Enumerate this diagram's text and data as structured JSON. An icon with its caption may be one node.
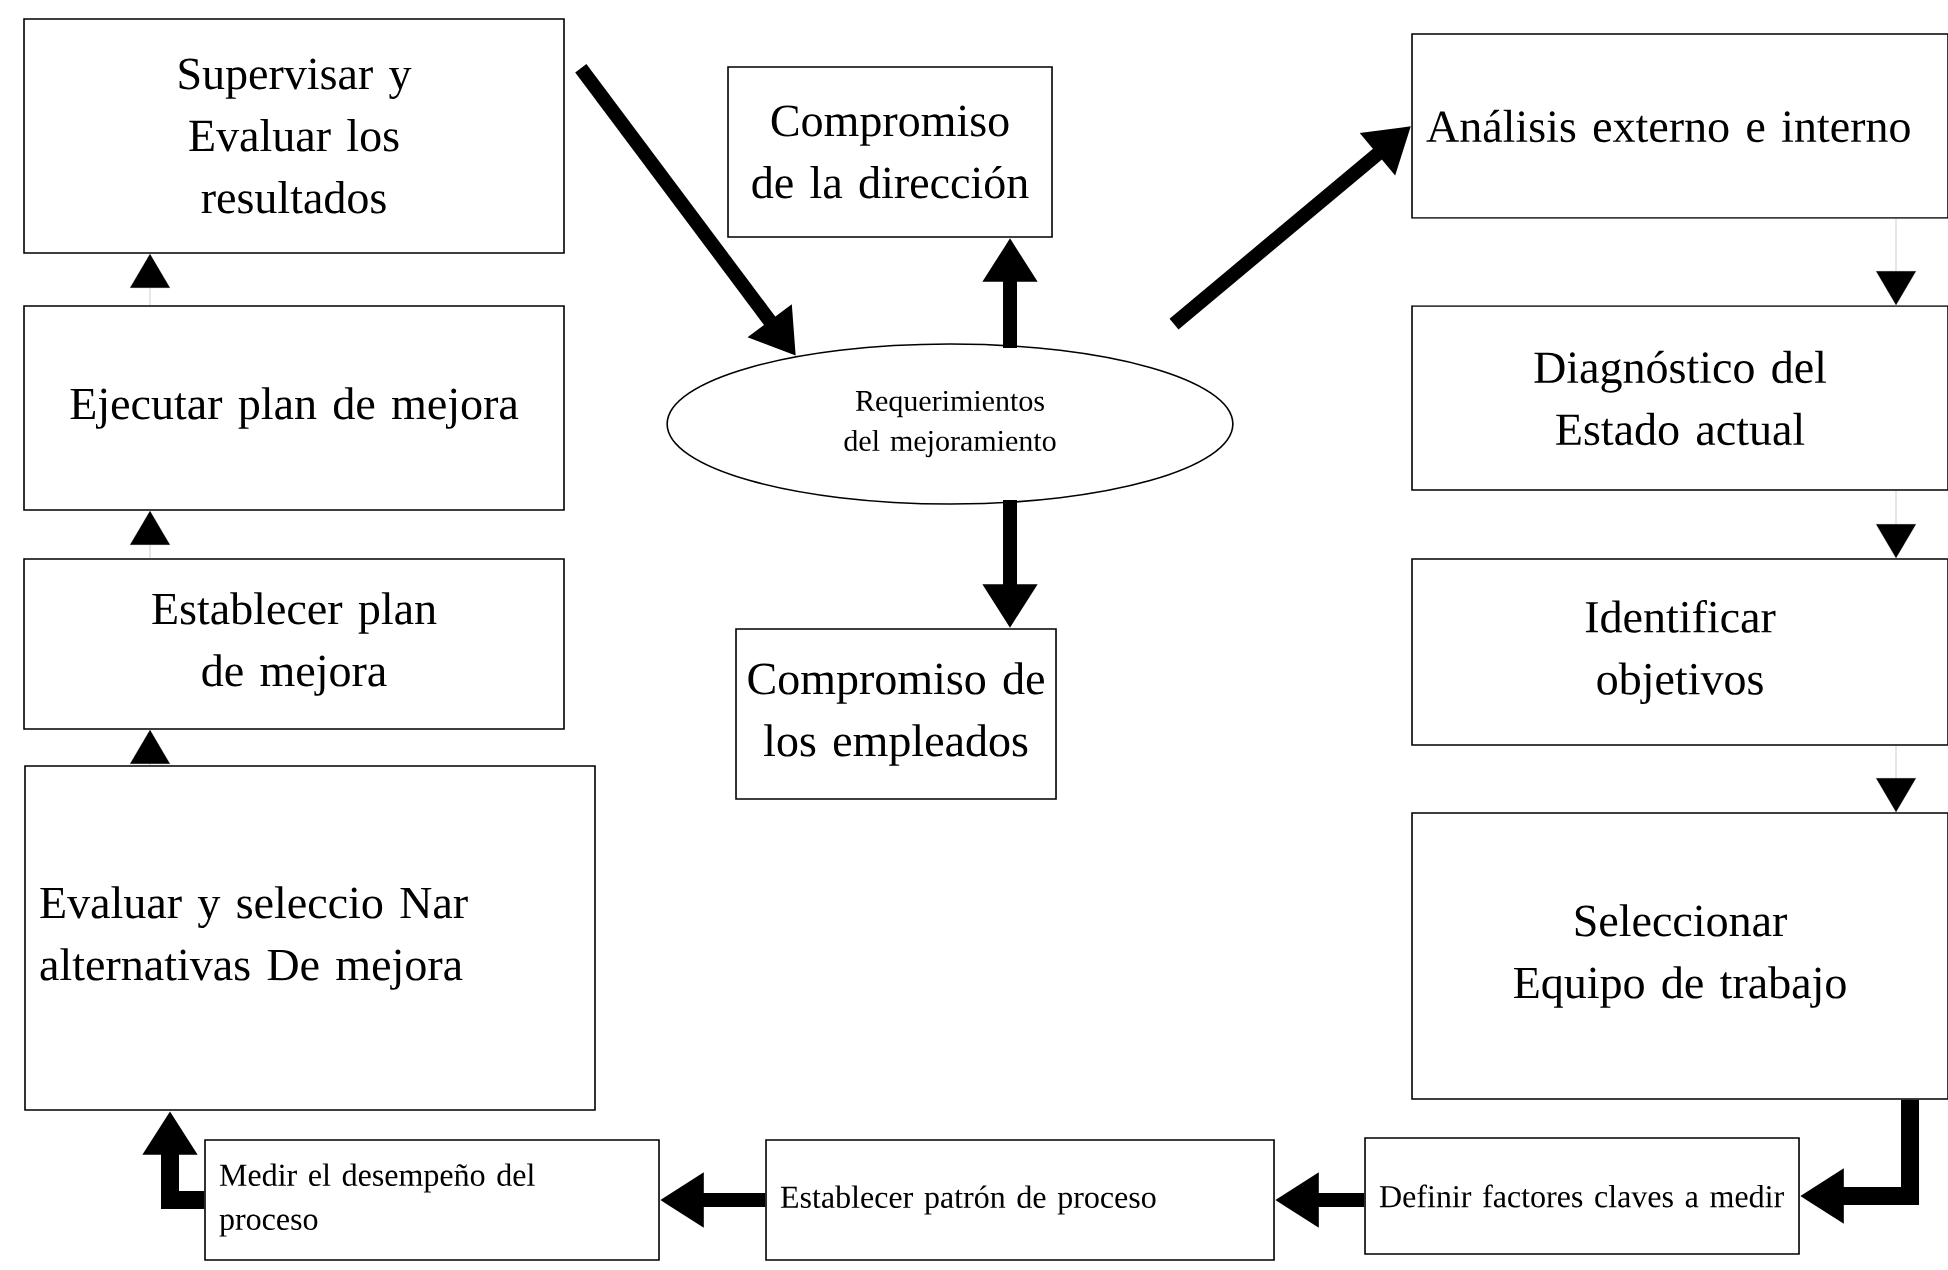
{
  "diagram": {
    "nodes": [
      {
        "text": [
          "Supervisar y Evaluar los resultados"
        ]
      },
      {
        "text": [
          "Compromiso de la dirección"
        ]
      },
      {
        "text": [
          "Análisis externo e interno"
        ]
      },
      {
        "text": [
          "Requerimientos del mejoramiento"
        ]
      },
      {
        "text": [
          "Ejecutar plan de mejora"
        ]
      },
      {
        "text": [
          "Diagnóstico del Estado actual"
        ]
      },
      {
        "text": [
          "Establecer plan de mejora"
        ]
      },
      {
        "text": [
          "Identificar objetivos"
        ]
      },
      {
        "text": [
          "Compromiso de los empleados"
        ]
      },
      {
        "text": [
          "Evaluar y seleccio Nar alternativas De mejora"
        ]
      },
      {
        "text": [
          "Seleccionar Equipo de trabajo"
        ]
      },
      {
        "text": [
          "Medir el desempeño del proceso"
        ]
      },
      {
        "text": [
          "Establecer patrón de proceso"
        ]
      },
      {
        "text": [
          "Definir factores claves a medir"
        ]
      }
    ],
    "edges": [
      {
        "from": 0,
        "to": 3,
        "arrow": "to"
      },
      {
        "from": 3,
        "to": 1,
        "arrow": "to"
      },
      {
        "from": 3,
        "to": 2,
        "arrow": "to"
      },
      {
        "from": 3,
        "to": 8,
        "arrow": "to"
      },
      {
        "from": 2,
        "to": 5,
        "arrow": "to"
      },
      {
        "from": 5,
        "to": 7,
        "arrow": "to"
      },
      {
        "from": 7,
        "to": 10,
        "arrow": "to"
      },
      {
        "from": 10,
        "to": 13,
        "arrow": "to"
      },
      {
        "from": 13,
        "to": 12,
        "arrow": "to"
      },
      {
        "from": 12,
        "to": 11,
        "arrow": "to"
      },
      {
        "from": 11,
        "to": 9,
        "arrow": "to"
      },
      {
        "from": 9,
        "to": 6,
        "arrow": "to"
      },
      {
        "from": 6,
        "to": 4,
        "arrow": "to"
      },
      {
        "from": 4,
        "to": 0,
        "arrow": "to"
      }
    ]
  }
}
